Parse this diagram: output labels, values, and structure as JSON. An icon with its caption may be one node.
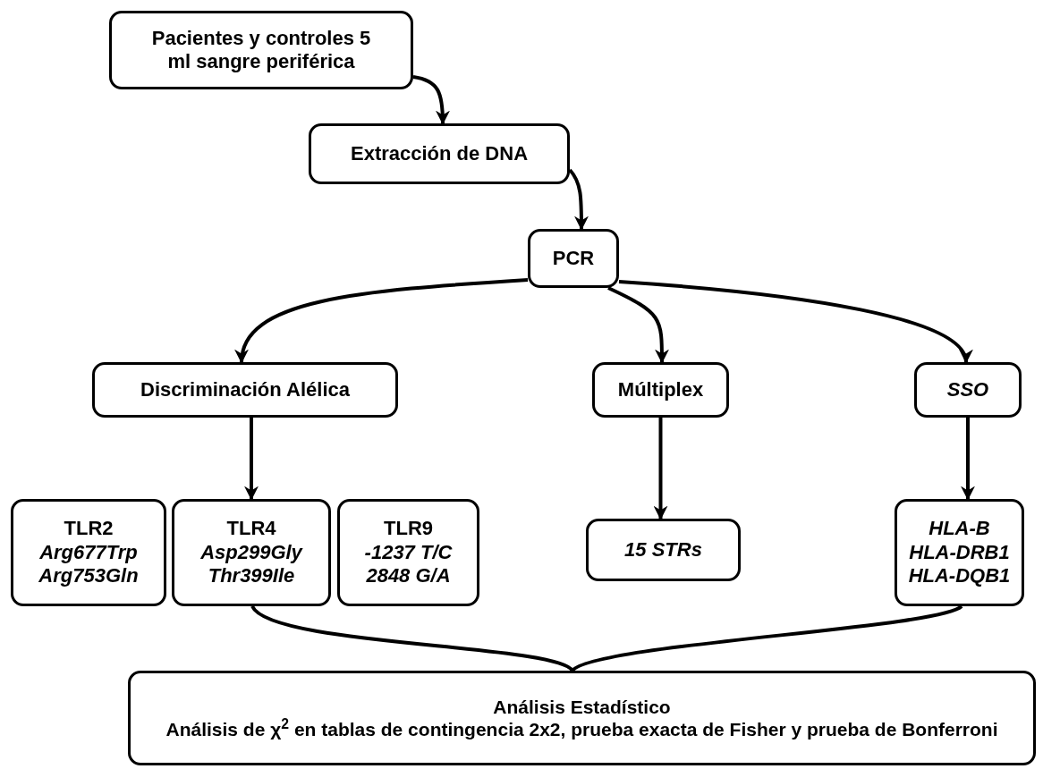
{
  "diagram": {
    "nodes": [
      {
        "text": [
          "Pacientes y controles 5 ml sangre periférica"
        ]
      },
      {
        "text": [
          "Extracción de DNA"
        ]
      },
      {
        "text": [
          "PCR"
        ]
      },
      {
        "text": [
          "Discriminación Alélica"
        ]
      },
      {
        "text": [
          "Múltiplex"
        ]
      },
      {
        "text": [
          "SSO"
        ]
      },
      {
        "text": [
          "TLR2",
          "Arg677Trp Arg753Gln"
        ]
      },
      {
        "text": [
          "TLR4",
          "Asp299Gly Thr399Ile"
        ]
      },
      {
        "text": [
          "TLR9",
          "-1237 T/C 2848 G/A"
        ]
      },
      {
        "text": [
          "15 STRs"
        ]
      },
      {
        "text": [
          "HLA-B HLA-DRB1 HLA-DQB1"
        ]
      },
      {
        "text": [
          "Análisis Estadístico",
          "Análisis de χ$^{2}$ en tablas de contingencia 2x2, prueba exacta de Fisher y prueba de Bonferroni"
        ]
      }
    ],
    "edges": [
      {
        "from": 0,
        "to": 1,
        "arrow": "to"
      },
      {
        "from": 1,
        "to": 2,
        "arrow": "to"
      },
      {
        "from": 2,
        "to": 3,
        "arrow": "to"
      },
      {
        "from": 2,
        "to": 4,
        "arrow": "to"
      },
      {
        "from": 2,
        "to": 5,
        "arrow": "to"
      },
      {
        "from": 3,
        "to": 7,
        "arrow": "to"
      },
      {
        "from": 4,
        "to": 9,
        "arrow": "to"
      },
      {
        "from": 5,
        "to": 10,
        "arrow": "to"
      },
      {
        "from": 7,
        "to": 11,
        "arrow": "none"
      },
      {
        "from": 10,
        "to": 11,
        "arrow": "none"
      }
    ]
  }
}
